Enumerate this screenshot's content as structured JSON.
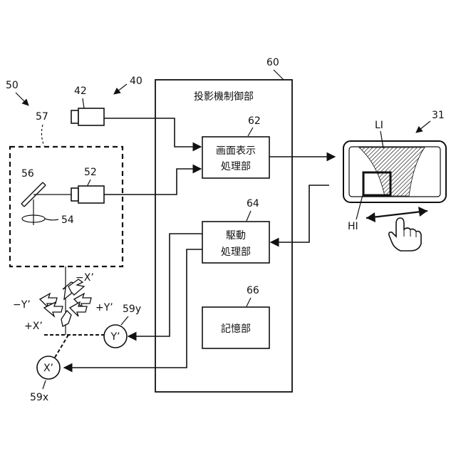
{
  "refs": {
    "r50": "50",
    "r57": "57",
    "r56": "56",
    "r52": "52",
    "r54": "54",
    "r42": "42",
    "r40": "40",
    "r60": "60",
    "r62": "62",
    "r64": "64",
    "r66": "66",
    "r31": "31",
    "r59y": "59y",
    "r59x": "59x"
  },
  "blocks": {
    "controller_title": "投影機制御部",
    "image_display_line1": "画面表示",
    "image_display_line2": "処理部",
    "drive_line1": "駆動",
    "drive_line2": "処理部",
    "storage": "記憶部"
  },
  "screen": {
    "li": "LI",
    "hi": "HI"
  },
  "axes": {
    "minus_x": "−X’",
    "minus_y": "−Y’",
    "plus_y": "+Y’",
    "plus_x": "+X’",
    "motor_y": "Y’",
    "motor_x": "X’"
  }
}
